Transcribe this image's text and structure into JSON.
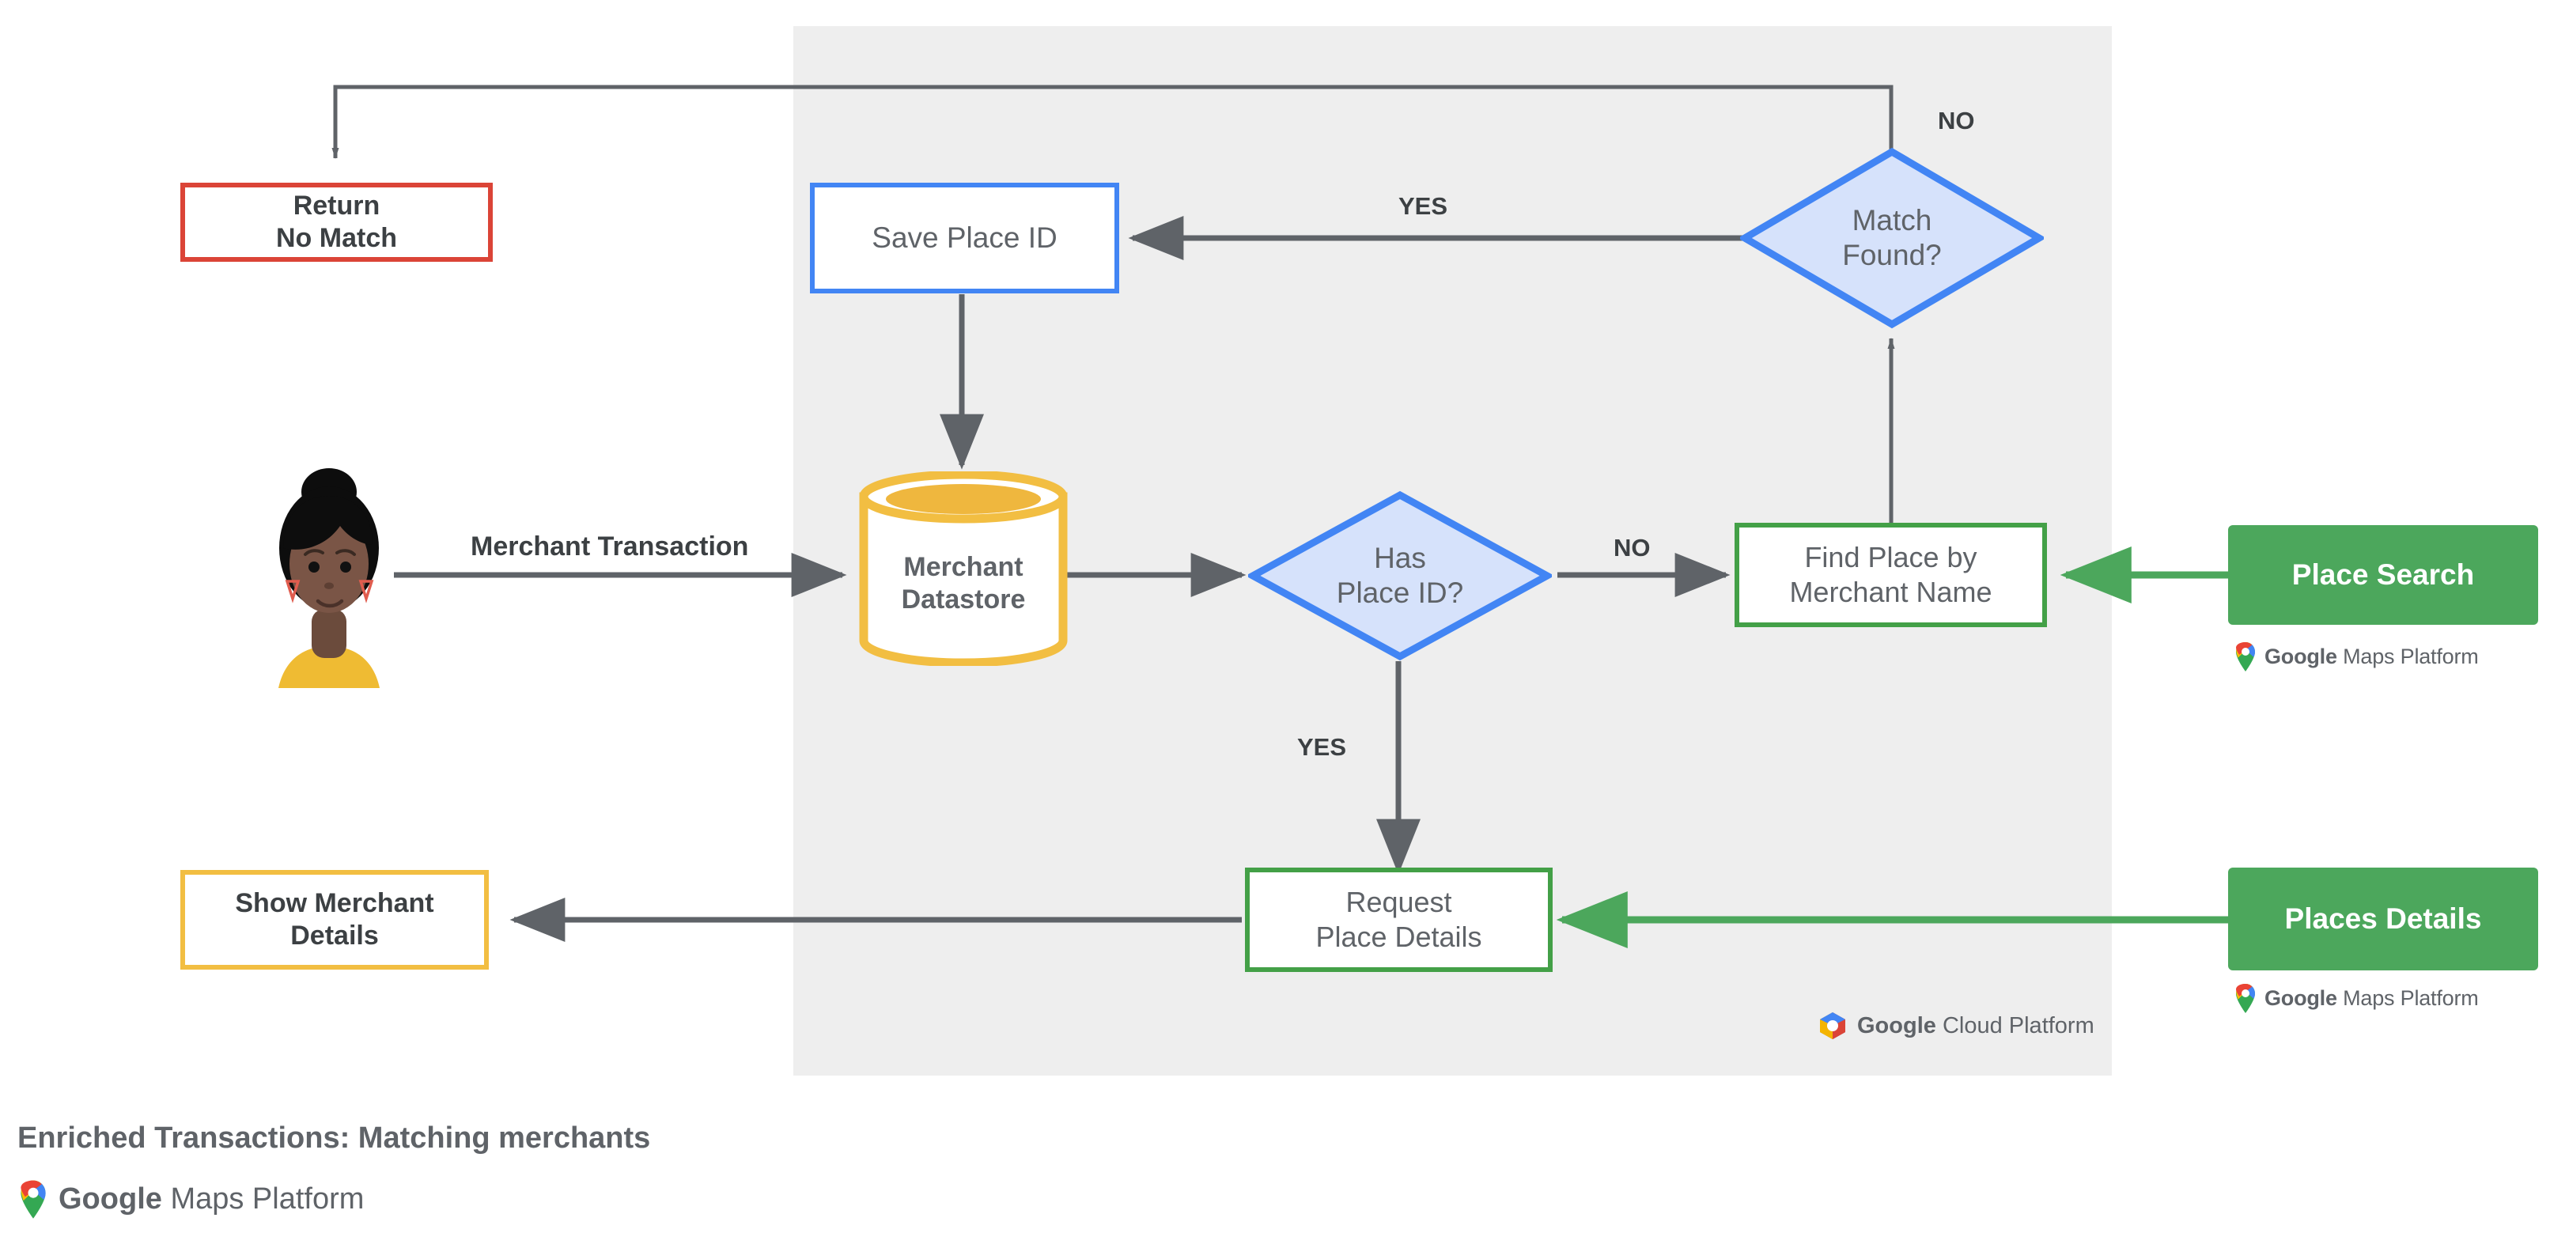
{
  "caption": {
    "title": "Enriched Transactions: Matching merchants",
    "logo_bold": "Google",
    "logo_rest": " Maps Platform"
  },
  "panel": {
    "name": "Google Cloud Platform",
    "logo_bold": "Google",
    "logo_rest": " Cloud Platform"
  },
  "nodes": {
    "return_no_match": {
      "line1": "Return",
      "line2": "No Match",
      "color": "#DB4437"
    },
    "save_place_id": {
      "line1": "Save Place ID",
      "color": "#4285F4"
    },
    "match_found": {
      "line1": "Match",
      "line2": "Found?",
      "color": "#4285F4",
      "fill": "#D6E2FB"
    },
    "merchant_datastore": {
      "line1": "Merchant",
      "line2": "Datastore",
      "color": "#F2BE42"
    },
    "has_place_id": {
      "line1": "Has",
      "line2": "Place ID?",
      "color": "#4285F4",
      "fill": "#D6E2FB"
    },
    "find_place": {
      "line1": "Find Place by",
      "line2": "Merchant Name",
      "color": "#43A047"
    },
    "request_place_details": {
      "line1": "Request",
      "line2": "Place Details",
      "color": "#43A047"
    },
    "show_merchant_details": {
      "line1": "Show Merchant",
      "line2": "Details",
      "color": "#F2BE42"
    }
  },
  "products": {
    "place_search": {
      "label": "Place Search",
      "color": "#4CA75C",
      "logo_bold": "Google",
      "logo_rest": " Maps Platform"
    },
    "places_details": {
      "label": "Places Details",
      "color": "#4CA75C",
      "logo_bold": "Google",
      "logo_rest": " Maps Platform"
    }
  },
  "edge_labels": {
    "merchant_transaction": "Merchant Transaction",
    "no_match_found": "NO",
    "yes_match_found": "YES",
    "no_has_place_id": "NO",
    "yes_has_place_id": "YES"
  },
  "actor": {
    "name": "merchant-customer-avatar"
  }
}
